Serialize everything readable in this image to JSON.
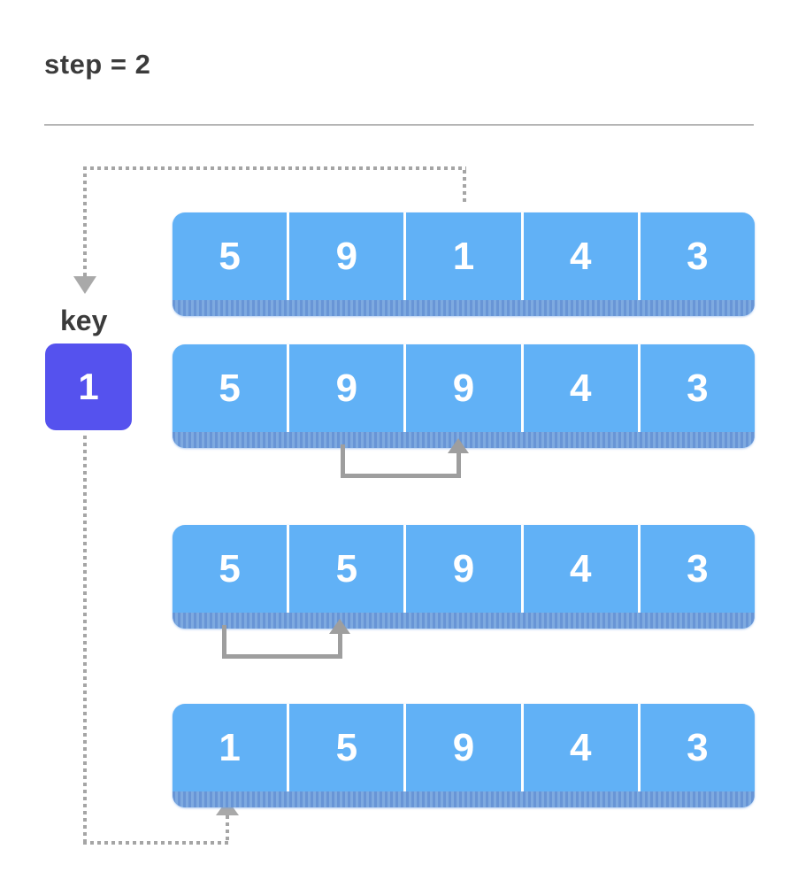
{
  "title": "step = 2",
  "key": {
    "label": "key",
    "value": "1"
  },
  "arrays": [
    {
      "name": "array-state-1",
      "values": [
        "5",
        "9",
        "1",
        "4",
        "3"
      ]
    },
    {
      "name": "array-state-2",
      "values": [
        "5",
        "9",
        "9",
        "4",
        "3"
      ]
    },
    {
      "name": "array-state-3",
      "values": [
        "5",
        "5",
        "9",
        "4",
        "3"
      ]
    },
    {
      "name": "array-state-4",
      "values": [
        "1",
        "5",
        "9",
        "4",
        "3"
      ]
    }
  ],
  "colors": {
    "cell_blue": "#61b1f6",
    "cell_strip": "#6fa0dd",
    "key_purple": "#5552ee",
    "arrow_gray": "#9e9e9e",
    "arrowhead_gray": "#a9a9a9",
    "dot_gray": "#a5a5a5",
    "text_dark": "#3b3b3b",
    "divider_line": "#b5b5b5"
  }
}
